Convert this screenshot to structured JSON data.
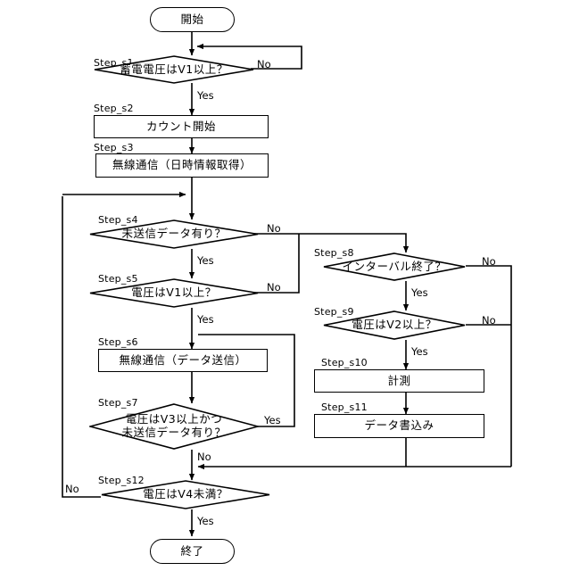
{
  "diagram": {
    "type": "flowchart",
    "language": "ja",
    "orientation": "vertical",
    "colors": {
      "stroke": "#000000",
      "fill": "#ffffff",
      "text": "#000000"
    },
    "terminals": {
      "start": {
        "label": "開始"
      },
      "end": {
        "label": "終了"
      }
    },
    "steps": [
      {
        "id": "Step_s1",
        "shape": "decision",
        "text": "蓄電電圧はV1以上？"
      },
      {
        "id": "Step_s2",
        "shape": "process",
        "text": "カウント開始"
      },
      {
        "id": "Step_s3",
        "shape": "process",
        "text": "無線通信（日時情報取得）"
      },
      {
        "id": "Step_s4",
        "shape": "decision",
        "text": "未送信データ有り？"
      },
      {
        "id": "Step_s5",
        "shape": "decision",
        "text": "電圧はV1以上？"
      },
      {
        "id": "Step_s6",
        "shape": "process",
        "text": "無線通信（データ送信）"
      },
      {
        "id": "Step_s7",
        "shape": "decision",
        "text": "電圧はV3以上かつ\n未送信データ有り？"
      },
      {
        "id": "Step_s8",
        "shape": "decision",
        "text": "インターバル終了？"
      },
      {
        "id": "Step_s9",
        "shape": "decision",
        "text": "電圧はV2以上？"
      },
      {
        "id": "Step_s10",
        "shape": "process",
        "text": "計測"
      },
      {
        "id": "Step_s11",
        "shape": "process",
        "text": "データ書込み"
      },
      {
        "id": "Step_s12",
        "shape": "decision",
        "text": "電圧はV4未満？"
      }
    ],
    "edge_labels": {
      "s1_no": "No",
      "s1_yes": "Yes",
      "s4_no": "No",
      "s4_yes": "Yes",
      "s5_no": "No",
      "s5_yes": "Yes",
      "s7_yes": "Yes",
      "s7_no": "No",
      "s8_no": "No",
      "s8_yes": "Yes",
      "s9_no": "No",
      "s9_yes": "Yes",
      "s12_no": "No",
      "s12_yes": "Yes"
    }
  }
}
